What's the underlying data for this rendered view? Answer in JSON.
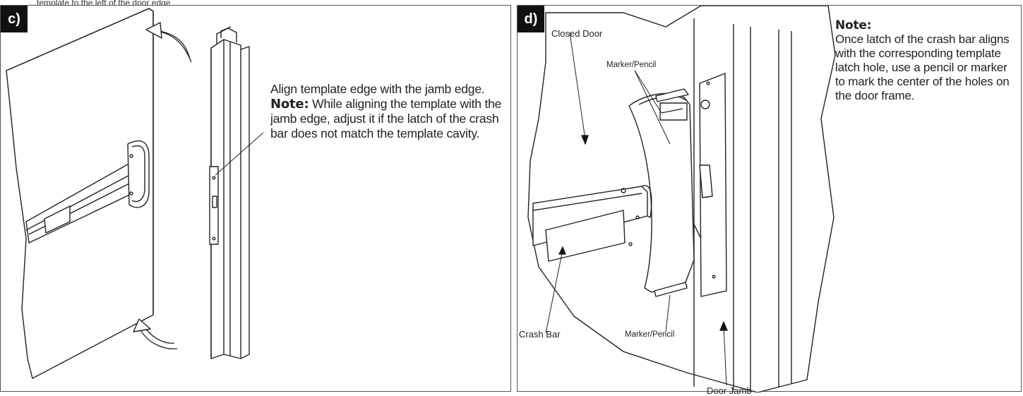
{
  "top_caption": "…template to the left of the door edge",
  "panel_c": {
    "badge": "c)",
    "instruction": "Align template edge with the jamb edge.",
    "note_label": "Note:",
    "note_text": "While aligning the template with the jamb edge, adjust it if the latch of the crash bar does not match the template cavity."
  },
  "panel_d": {
    "badge": "d)",
    "note_label": "Note:",
    "note_text": "Once latch of the crash bar aligns with the corresponding template latch hole, use a pencil or marker to mark the center of the holes on the door frame.",
    "callouts": {
      "closed_door": "Closed Door",
      "marker_top": "Marker/Pencil",
      "marker_bottom": "Marker/Pencil",
      "crash_bar": "Crash Bar",
      "door_jamb": "Door Jamb"
    }
  }
}
